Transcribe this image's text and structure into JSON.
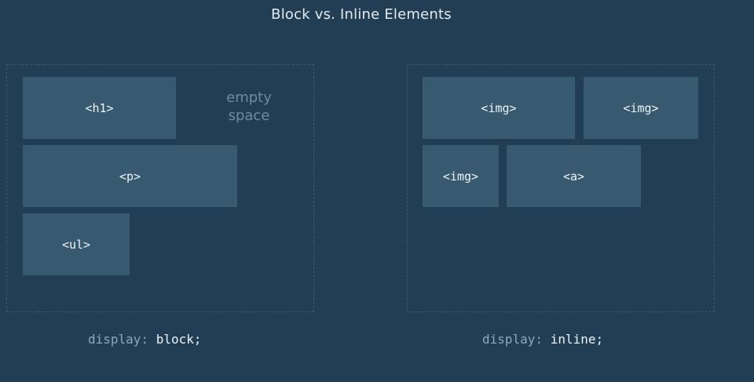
{
  "title": "Block vs. Inline Elements",
  "block_panel": {
    "boxes": [
      "<h1>",
      "<p>",
      "<ul>"
    ],
    "empty_label_line1": "empty",
    "empty_label_line2": "space",
    "caption_property": "display:",
    "caption_value": "block;"
  },
  "inline_panel": {
    "boxes": [
      "<img>",
      "<img>",
      "<img>",
      "<a>"
    ],
    "caption_property": "display:",
    "caption_value": "inline;"
  }
}
